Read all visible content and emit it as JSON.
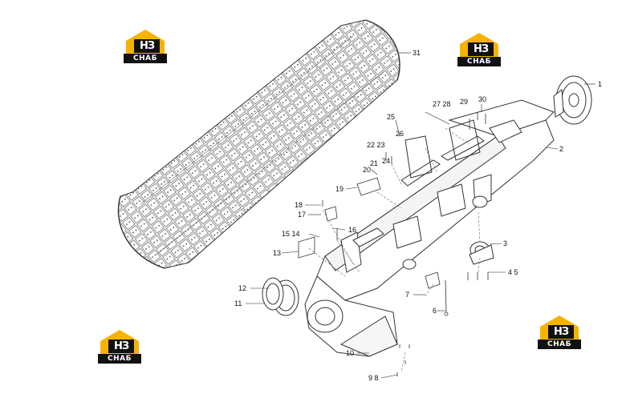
{
  "brand": {
    "mark": "НЗ",
    "word": "СНАБ",
    "gold": "#f5b300",
    "dark": "#111111"
  },
  "callouts": {
    "c1": "1",
    "c2": "2",
    "c3": "3",
    "c45": "4 5",
    "c6": "6",
    "c7": "7",
    "c98": "9 8",
    "c10": "10",
    "c11": "11",
    "c12": "12",
    "c13": "13",
    "c1514": "15 14",
    "c16": "16",
    "c17": "17",
    "c18": "18",
    "c19": "19",
    "c20": "20",
    "c21": "21",
    "c2223": "22 23",
    "c24": "24",
    "c25": "25",
    "c26": "26",
    "c2728": "27 28",
    "c29": "29",
    "c30": "30",
    "c31": "31"
  }
}
